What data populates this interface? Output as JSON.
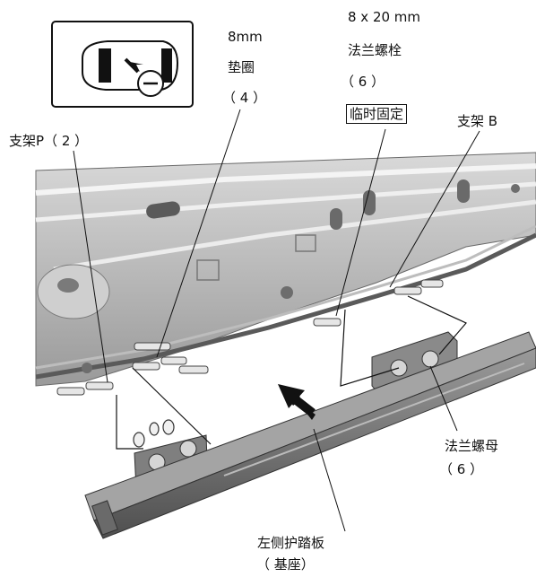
{
  "labels": {
    "washer_size": "8mm",
    "washer_name": "垫圈",
    "washer_qty": "（ 4 ）",
    "bolt_size": "8 x 20 mm",
    "bolt_name": "法兰螺栓",
    "bolt_qty": "（ 6 ）",
    "temp_fix": "临时固定",
    "bracket_b": "支架 B",
    "bracket_p": "支架P（ 2 ）",
    "nut_name": "法兰螺母",
    "nut_qty": "（ 6 ）",
    "step_name": "左侧护踏板",
    "step_sub": "（ 基座）"
  },
  "icons": [
    "vehicle-top-view-icon",
    "minus-circle-icon"
  ]
}
